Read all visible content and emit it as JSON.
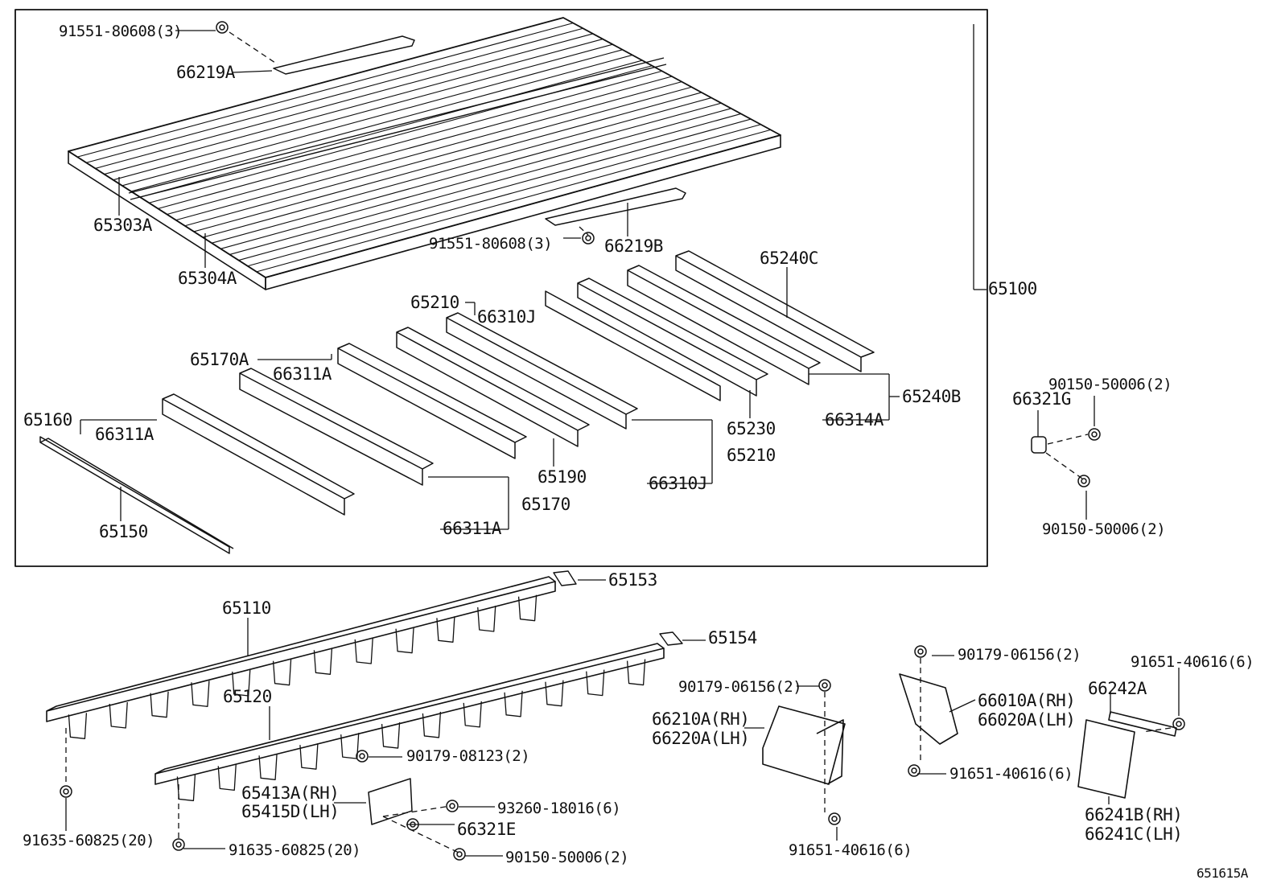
{
  "diagram_code": "651615A",
  "labels": {
    "p65100": "65100",
    "p91551_top": "91551-80608(3)",
    "p66219A": "66219A",
    "p65303A": "65303A",
    "p65304A": "65304A",
    "p91551_mid": "91551-80608(3)",
    "p66219B": "66219B",
    "p65240C": "65240C",
    "p65210_top": "65210",
    "p66310J_top": "66310J",
    "p65170A": "65170A",
    "p66311A_mid": "66311A",
    "p65160": "65160",
    "p66311A_left": "66311A",
    "p65150": "65150",
    "p65170": "65170",
    "p66311A_bot": "66311A",
    "p65190": "65190",
    "p65210_bot": "65210",
    "p66310J_bot": "66310J",
    "p65230": "65230",
    "p66314A": "66314A",
    "p65240B": "65240B",
    "p66321G": "66321G",
    "p90150_a": "90150-50006(2)",
    "p90150_b": "90150-50006(2)",
    "p65153": "65153",
    "p65110": "65110",
    "p65154": "65154",
    "p65120": "65120",
    "p90179_08123": "90179-08123(2)",
    "p65413A": "65413A(RH)",
    "p65415D": "65415D(LH)",
    "p93260": "93260-18016(6)",
    "p66321E": "66321E",
    "p90150_c": "90150-50006(2)",
    "p91635_a": "91635-60825(20)",
    "p91635_b": "91635-60825(20)",
    "p90179_mid": "90179-06156(2)",
    "p66210A": "66210A(RH)",
    "p66220A": "66220A(LH)",
    "p91651_bot": "91651-40616(6)",
    "p90179_right": "90179-06156(2)",
    "p66010A": "66010A(RH)",
    "p66020A": "66020A(LH)",
    "p91651_mid": "91651-40616(6)",
    "p91651_right": "91651-40616(6)",
    "p66242A": "66242A",
    "p66241B": "66241B(RH)",
    "p66241C": "66241C(LH)"
  }
}
